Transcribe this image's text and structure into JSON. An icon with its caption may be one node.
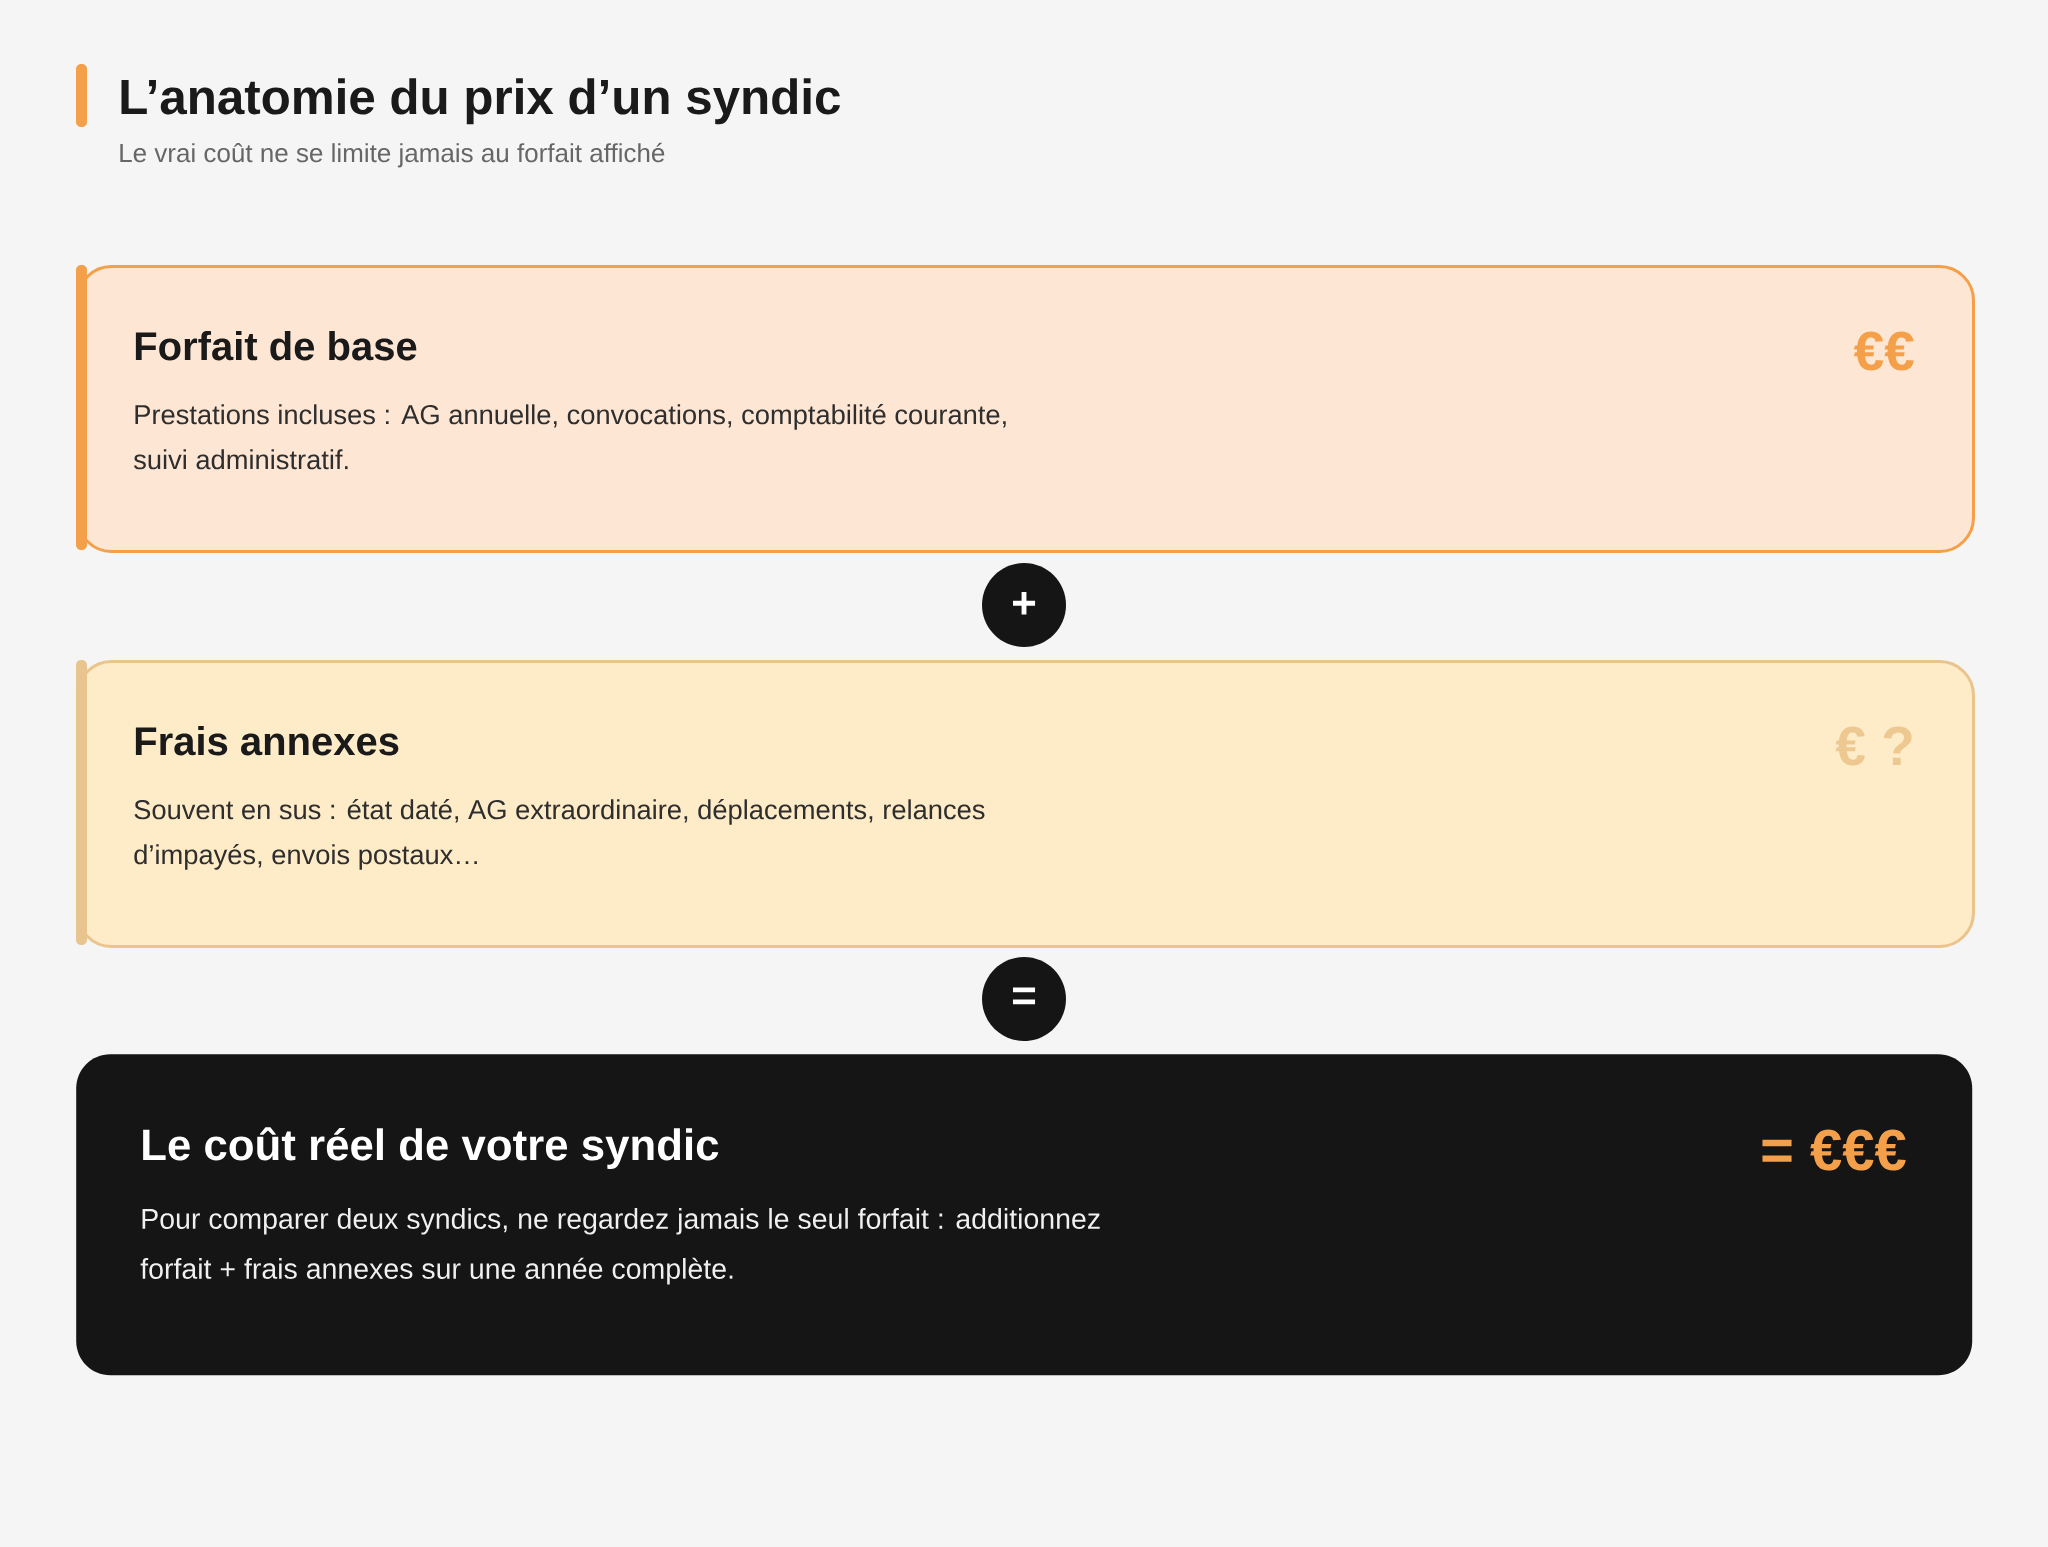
{
  "diagram": {
    "title": "L’anatomie du prix d’un syndic",
    "nodes": [
      {
        "text": [
          "Forfait de base",
          "Prestations incluses : AG annuelle, convocations, comptabilité courante, suivi administratif.",
          "€€"
        ]
      },
      {
        "text": [
          "+"
        ]
      },
      {
        "text": [
          "Frais annexes",
          "Souvent en sus : état daté, AG extraordinaire, déplacements, relances d’impayés, envois postaux…",
          "€ ?"
        ]
      },
      {
        "text": [
          "="
        ]
      },
      {
        "text": [
          "Le coût réel de votre syndic",
          "Pour comparer deux syndics, ne regardez jamais le seul forfait : additionnez forfait + frais annexes sur une année complète.",
          "= €€€"
        ]
      }
    ],
    "labels": [
      "Le vrai coût ne se limite jamais au forfait affiché"
    ]
  }
}
